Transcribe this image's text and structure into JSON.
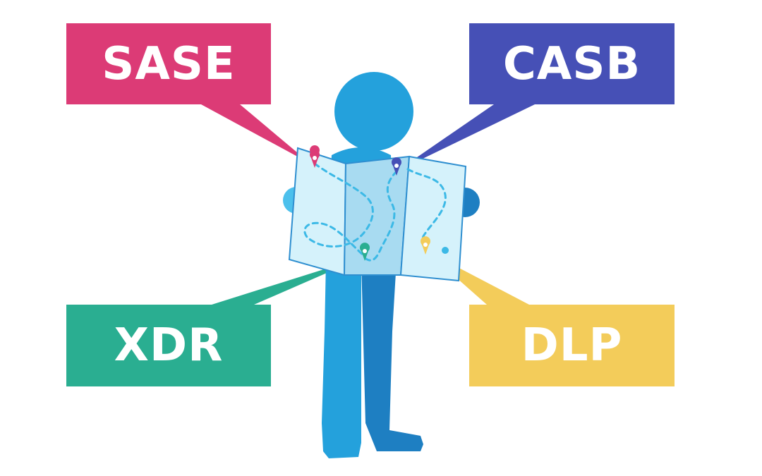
{
  "labels": {
    "sase": "SASE",
    "casb": "CASB",
    "xdr": "XDR",
    "dlp": "DLP"
  },
  "colors": {
    "sase": "#dc3b76",
    "casb": "#4650b6",
    "xdr": "#2aae91",
    "dlp": "#f3cc5a",
    "head": "#24a1dc",
    "left_arm": "#4cc0ec",
    "right_arm": "#1e7fc2",
    "left_leg": "#24a1dc",
    "right_leg": "#1e7fc2",
    "map_fill": "#d5f2fb",
    "map_center": "#a8dbf1",
    "map_border": "#2f8fd0",
    "route": "#3cb9e6"
  },
  "icons": {
    "pins": [
      "map-pin-icon",
      "map-pin-icon",
      "map-pin-icon",
      "map-pin-icon"
    ],
    "figure": "person-reading-map-icon"
  }
}
